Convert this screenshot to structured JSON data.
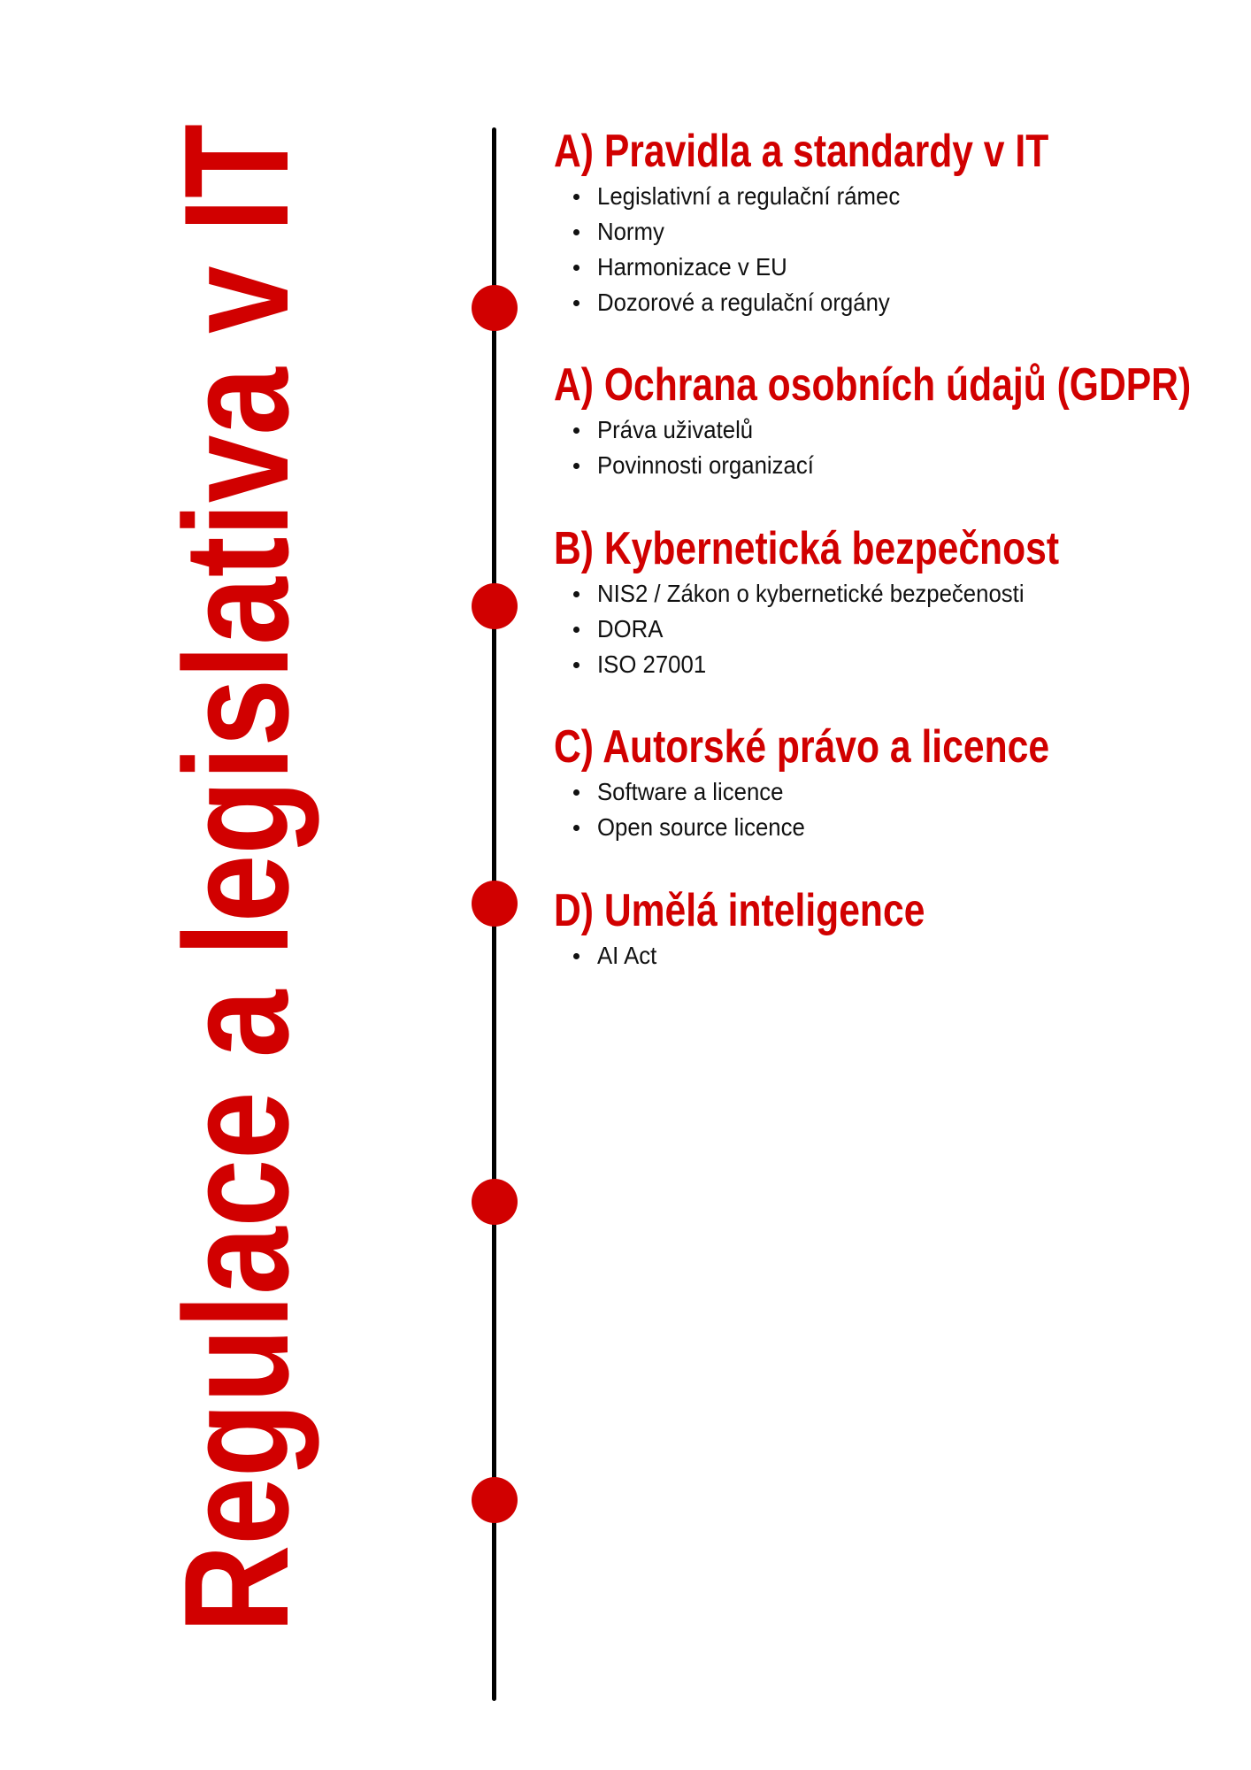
{
  "title": "Regulace a legislativa v IT",
  "accent_color": "#d10000",
  "sections": [
    {
      "heading": "A) Pravidla a standardy v IT",
      "items": [
        "Legislativní a regulační rámec",
        "Normy",
        "Harmonizace v EU",
        "Dozorové a regulační orgány"
      ]
    },
    {
      "heading": "A) Ochrana osobních údajů (GDPR)",
      "items": [
        "Práva uživatelů",
        "Povinnosti organizací"
      ]
    },
    {
      "heading": "B) Kybernetická bezpečnost",
      "items": [
        "NIS2 / Zákon o kybernetické bezpečenosti",
        "DORA",
        "ISO 27001"
      ]
    },
    {
      "heading": "C) Autorské právo a licence",
      "items": [
        "Software a licence",
        "Open source licence"
      ]
    },
    {
      "heading": "D) Umělá inteligence",
      "items": [
        "AI Act"
      ]
    }
  ]
}
